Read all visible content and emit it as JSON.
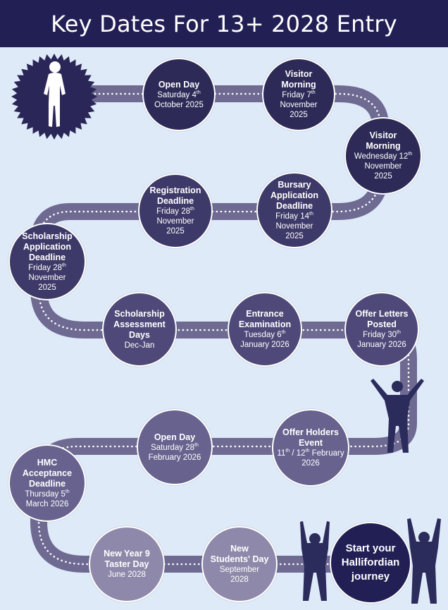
{
  "title": "Key Dates For 13+ 2028 Entry",
  "colors": {
    "banner": "#221f55",
    "background": "#dfeaf9",
    "road": "#6e6a92",
    "road_dots": "#ffffff",
    "figure": "#2b2b5c"
  },
  "events": [
    {
      "title": "Open Day",
      "lines": [
        "Saturday 4<sup>th</sup>",
        "October 2025"
      ]
    },
    {
      "title": "Visitor\nMorning",
      "lines": [
        "Friday 7<sup>th</sup>",
        "November",
        "2025"
      ]
    },
    {
      "title": "Visitor\nMorning",
      "lines": [
        "Wednesday 12<sup>th</sup>",
        "November",
        "2025"
      ]
    },
    {
      "title": "Bursary\nApplication\nDeadline",
      "lines": [
        "Friday 14<sup>th</sup>",
        "November",
        "2025"
      ]
    },
    {
      "title": "Registration\nDeadline",
      "lines": [
        "Friday 28<sup>th</sup>",
        "November",
        "2025"
      ]
    },
    {
      "title": "Scholarship\nApplication\nDeadline",
      "lines": [
        "Friday 28<sup>th</sup>",
        "November",
        "2025"
      ]
    },
    {
      "title": "Scholarship\nAssessment\nDays",
      "lines": [
        "Dec-Jan"
      ]
    },
    {
      "title": "Entrance\nExamination",
      "lines": [
        "Tuesday 6<sup>th</sup>",
        "January 2026"
      ]
    },
    {
      "title": "Offer Letters\nPosted",
      "lines": [
        "Friday 30<sup>th</sup>",
        "January 2026"
      ]
    },
    {
      "title": "Offer Holders\nEvent",
      "lines": [
        "11<sup>th</sup> / 12<sup>th</sup> February",
        "2026"
      ]
    },
    {
      "title": "Open Day",
      "lines": [
        "Saturday 28<sup>th</sup>",
        "February 2026"
      ]
    },
    {
      "title": "HMC\nAcceptance\nDeadline",
      "lines": [
        "Thursday 5<sup>th</sup>",
        "March 2026"
      ]
    },
    {
      "title": "New Year 9\nTaster Day",
      "lines": [
        "June 2028"
      ]
    },
    {
      "title": "New\nStudents' Day",
      "lines": [
        "September",
        "2028"
      ]
    }
  ],
  "final": {
    "title": "Start your\nHallifordian\njourney"
  },
  "icons": [
    "child-silhouette-icon",
    "cheering-child-icon",
    "cheering-child-icon",
    "cheering-child-icon"
  ]
}
